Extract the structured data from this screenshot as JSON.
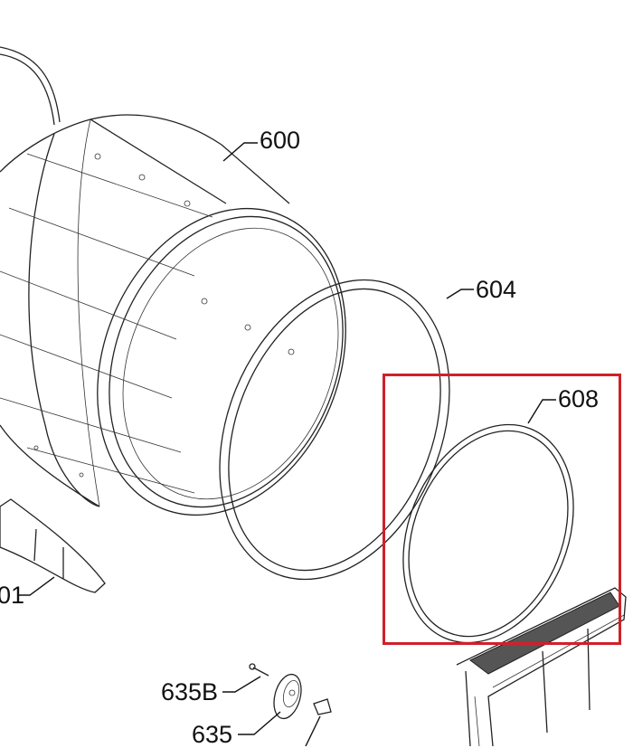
{
  "diagram": {
    "labels": {
      "drum": "600",
      "drum_seal_rear": "604",
      "drum_seal_front": "608",
      "baffle": "01",
      "screw": "635B",
      "roller": "635"
    },
    "highlight_color": "#d0202a",
    "highlighted_part": "608"
  }
}
